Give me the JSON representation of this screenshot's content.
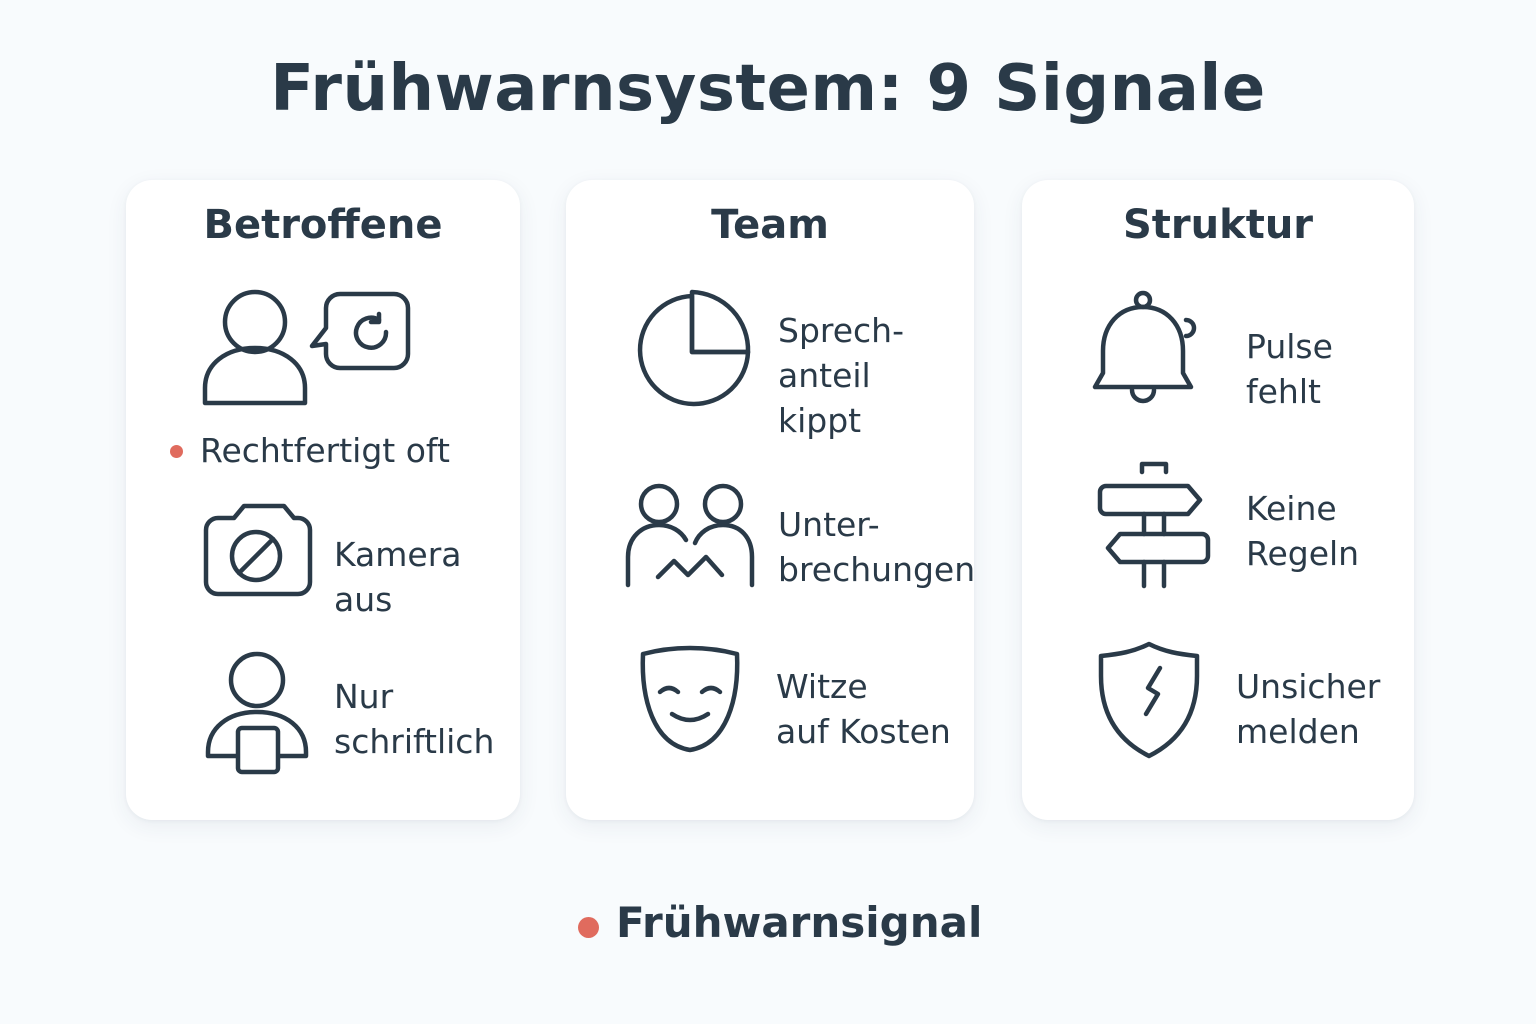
{
  "title": "Frühwarnsystem: 9 Signale",
  "accent_color": "#e06b5e",
  "ink_color": "#2a3a48",
  "columns": [
    {
      "heading": "Betroffene",
      "items": [
        {
          "icon": "person-speech-bubble-icon",
          "lines": [
            "Rechtfertigt oft"
          ],
          "flagged": true
        },
        {
          "icon": "camera-off-icon",
          "lines": [
            "Kamera",
            "aus"
          ],
          "flagged": false
        },
        {
          "icon": "person-tablet-icon",
          "lines": [
            "Nur",
            "schriftlich"
          ],
          "flagged": false
        }
      ]
    },
    {
      "heading": "Team",
      "items": [
        {
          "icon": "pie-chart-icon",
          "lines": [
            "Sprech-",
            "anteil",
            "kippt"
          ],
          "flagged": false
        },
        {
          "icon": "two-people-icon",
          "lines": [
            "Unter-",
            "brechungen"
          ],
          "flagged": false
        },
        {
          "icon": "mask-icon",
          "lines": [
            "Witze",
            "auf Kosten"
          ],
          "flagged": false
        }
      ]
    },
    {
      "heading": "Struktur",
      "items": [
        {
          "icon": "bell-icon",
          "lines": [
            "Pulse",
            "fehlt"
          ],
          "flagged": false
        },
        {
          "icon": "signpost-icon",
          "lines": [
            "Keine",
            "Regeln"
          ],
          "flagged": false
        },
        {
          "icon": "cracked-shield-icon",
          "lines": [
            "Unsicher",
            "melden"
          ],
          "flagged": false
        }
      ]
    }
  ],
  "legend": {
    "label": "Frühwarnsignal",
    "icon": "red-dot-icon"
  }
}
